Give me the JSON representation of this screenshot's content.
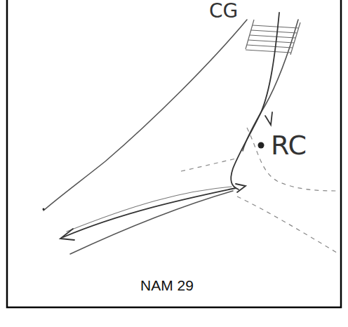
{
  "diagram": {
    "caption": "NAM 29",
    "labels": [
      "CG",
      "RC"
    ]
  }
}
